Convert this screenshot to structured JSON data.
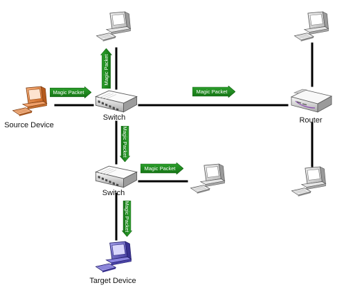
{
  "labels": {
    "source": "Source Device",
    "switch_top": "Switch",
    "switch_bottom": "Switch",
    "router": "Router",
    "target": "Target Device"
  },
  "packet_label": "Magic Packet",
  "colors": {
    "link": "#000000",
    "packet": "#1f8a1f",
    "source_pc": "#e8894a",
    "target_pc": "#6a63c9",
    "plain_pc": "#d9d9d9"
  },
  "icons": [
    "computer-icon",
    "network-switch-icon",
    "router-icon"
  ]
}
